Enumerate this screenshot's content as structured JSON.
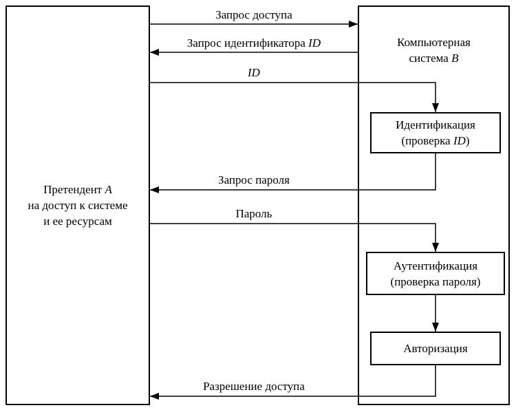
{
  "colors": {
    "line": "#000000",
    "background": "#ffffff"
  },
  "claimant": {
    "line1_text": "Претендент",
    "line1_var": "А",
    "line2": "на доступ к системе",
    "line3": "и ее ресурсам"
  },
  "system": {
    "line1": "Компьютерная",
    "line2_text": "система",
    "line2_var": "В"
  },
  "steps": {
    "identification": {
      "line1": "Идентификация",
      "line2_prefix": "(проверка",
      "line2_var": "ID",
      "line2_suffix": ")"
    },
    "authentication": {
      "line1": "Аутентификация",
      "line2": "(проверка пароля)"
    },
    "authorization": {
      "label": "Авторизация"
    }
  },
  "messages": {
    "access_request": "Запрос доступа",
    "id_request_text": "Запрос идентификатора",
    "id_request_var": "ID",
    "id_token": "ID",
    "password_request": "Запрос пароля",
    "password": "Пароль",
    "access_grant": "Разрешение доступа"
  }
}
